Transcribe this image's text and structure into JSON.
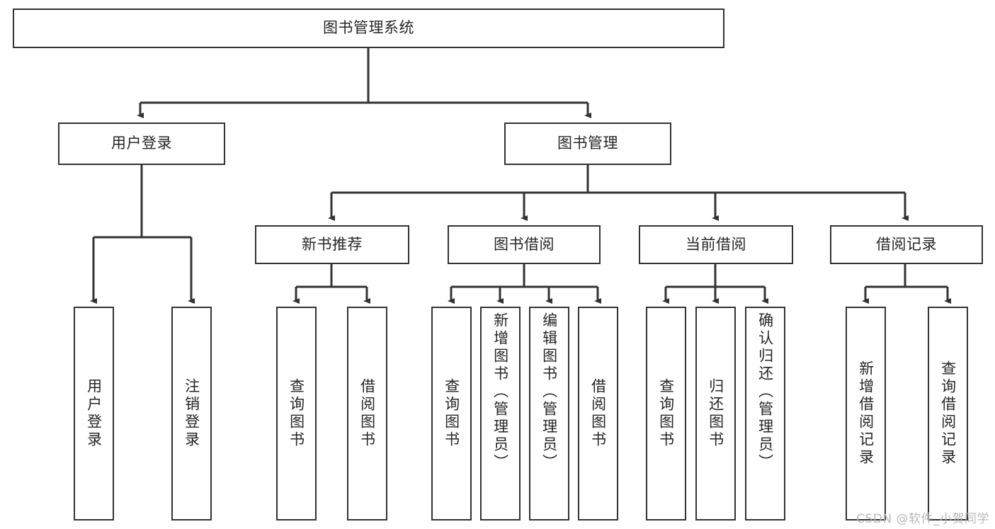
{
  "diagram": {
    "title": "图书管理系统",
    "type": "function-structure-tree",
    "orientation": "top-down",
    "box_border_color": "#333333",
    "box_fill_color": "#ffffff",
    "text_color": "#262626",
    "connector_color": "#333333"
  },
  "watermark": {
    "text": "CSDN @软件_小贺同学",
    "color": "#b9b9b9"
  },
  "nodes": {
    "root": {
      "label": "图书管理系统",
      "level": 1
    },
    "user_login": {
      "label": "用户登录",
      "level": 2
    },
    "book_manage": {
      "label": "图书管理",
      "level": 2
    },
    "new_book_rec": {
      "label": "新书推荐",
      "level": 3
    },
    "book_borrow": {
      "label": "图书借阅",
      "level": 3
    },
    "current_borrow": {
      "label": "当前借阅",
      "level": 3
    },
    "borrow_record": {
      "label": "借阅记录",
      "level": 3
    }
  },
  "leaves": [
    {
      "id": "leaf-user-login",
      "label": "用户登录",
      "parent": "用户登录"
    },
    {
      "id": "leaf-logout-login",
      "label": "注销登录",
      "parent": "用户登录"
    },
    {
      "id": "leaf-query-book-rec",
      "label": "查询图书",
      "parent": "新书推荐"
    },
    {
      "id": "leaf-borrow-book-rec",
      "label": "借阅图书",
      "parent": "新书推荐"
    },
    {
      "id": "leaf-query-book-bor",
      "label": "查询图书",
      "parent": "图书借阅"
    },
    {
      "id": "leaf-add-book",
      "label": "新增图书（管理员）",
      "parent": "图书借阅"
    },
    {
      "id": "leaf-edit-book",
      "label": "编辑图书（管理员）",
      "parent": "图书借阅"
    },
    {
      "id": "leaf-borrow-book-bor",
      "label": "借阅图书",
      "parent": "图书借阅"
    },
    {
      "id": "leaf-query-book-cur",
      "label": "查询图书",
      "parent": "当前借阅"
    },
    {
      "id": "leaf-return-book",
      "label": "归还图书",
      "parent": "当前借阅"
    },
    {
      "id": "leaf-confirm-return",
      "label": "确认归还（管理员）",
      "parent": "当前借阅"
    },
    {
      "id": "leaf-add-record",
      "label": "新增借阅记录",
      "parent": "借阅记录"
    },
    {
      "id": "leaf-query-record",
      "label": "查询借阅记录",
      "parent": "借阅记录"
    }
  ]
}
